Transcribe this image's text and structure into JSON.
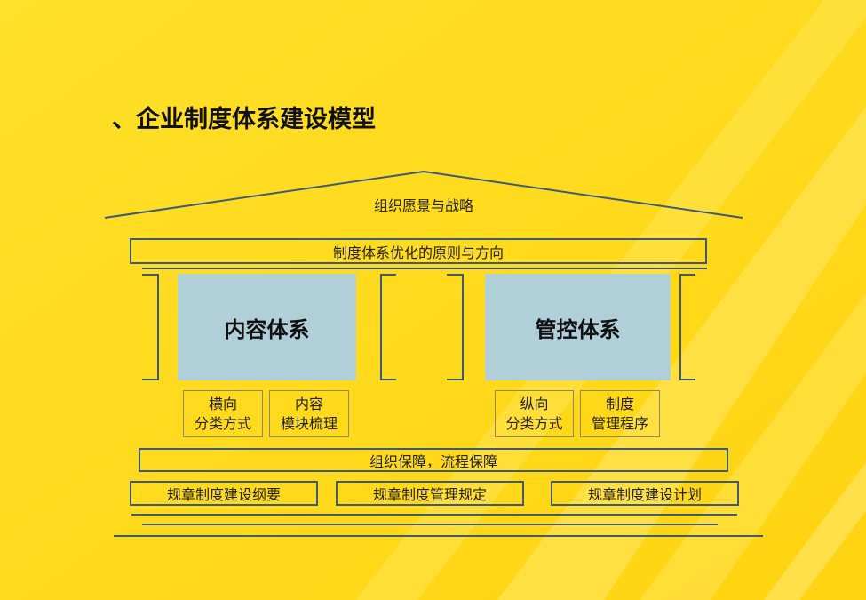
{
  "title": "、企业制度体系建设模型",
  "roof": {
    "label": "组织愿景与战略"
  },
  "beam": {
    "label": "制度体系优化的原则与方向"
  },
  "pillars": {
    "left": {
      "label": "内容体系",
      "items": [
        {
          "line1": "横向",
          "line2": "分类方式"
        },
        {
          "line1": "内容",
          "line2": "模块梳理"
        }
      ]
    },
    "right": {
      "label": "管控体系",
      "items": [
        {
          "line1": "纵向",
          "line2": "分类方式"
        },
        {
          "line1": "制度",
          "line2": "管理程序"
        }
      ]
    }
  },
  "foundation": {
    "support": "组织保障，流程保障",
    "items": [
      "规章制度建设纲要",
      "规章制度管理规定",
      "规章制度建设计划"
    ]
  },
  "colors": {
    "background": "#ffd91c",
    "panel": "#b0cfd8",
    "line": "#3d5b78"
  }
}
